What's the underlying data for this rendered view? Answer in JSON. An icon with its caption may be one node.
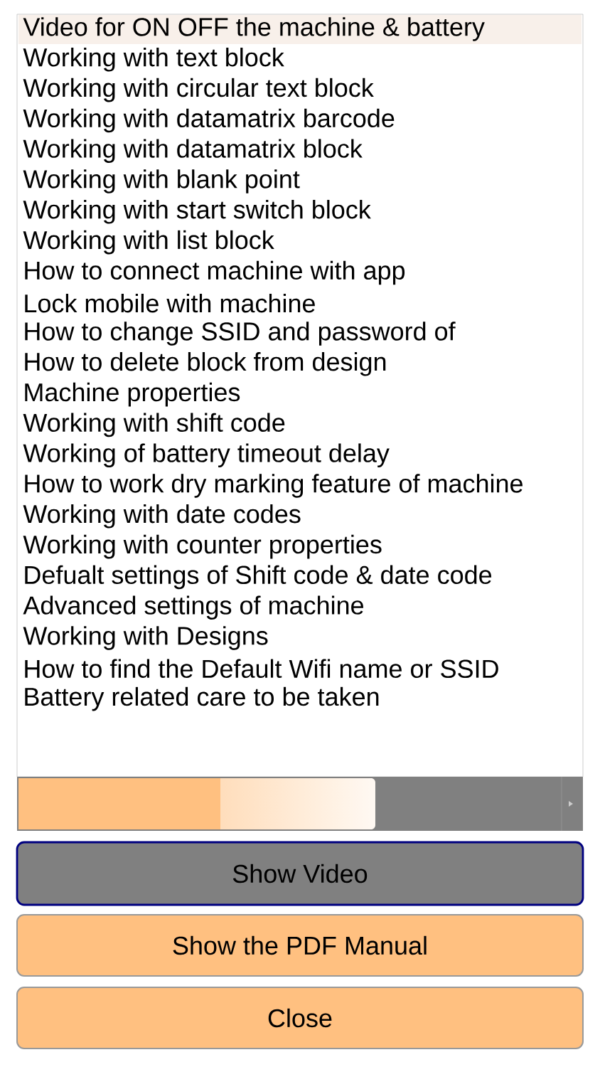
{
  "diagram": {
    "nodes": [
      {
        "text": [
          "Show Video"
        ]
      },
      {
        "text": [
          "Show the PDF Manual"
        ]
      },
      {
        "text": [
          "Close"
        ]
      }
    ],
    "labels": [
      "Video for ON OFF the machine & battery",
      "Working with text block",
      "Working with circular text block",
      "Working with datamatrix barcode",
      "Working with datamatrix block",
      "Working with blank point",
      "Working with start switch block",
      "Working with list block",
      "How to connect machine with app",
      "Lock mobile with machine",
      "How to change SSID and password of",
      "How to delete block from design",
      "Machine properties",
      "Working with shift code",
      "Working of battery timeout delay",
      "How to work dry marking feature of machine",
      "Working with date codes",
      "Working with counter properties",
      "Defualt settings of Shift code & date code",
      "Advanced settings of machine",
      "Working with Designs",
      "How to find the Default Wifi name or SSID",
      "Battery related care to be taken"
    ]
  }
}
